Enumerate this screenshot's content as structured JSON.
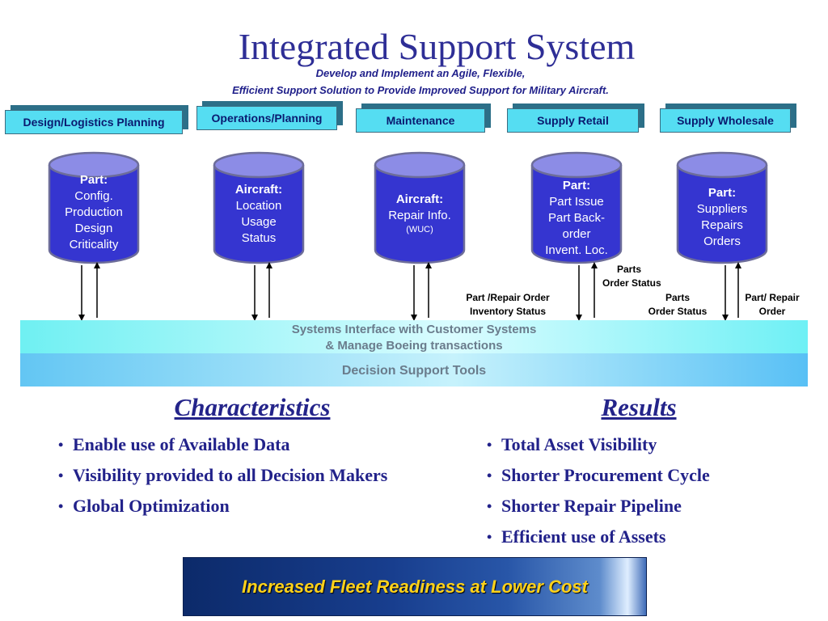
{
  "title": "Integrated Support System",
  "subtitle": [
    "Develop and Implement an Agile, Flexible,",
    "Efficient Support Solution to Provide Improved Support for Military Aircraft."
  ],
  "tabs": [
    {
      "label": "Design/Logistics Planning"
    },
    {
      "label": "Operations/Planning"
    },
    {
      "label": "Maintenance"
    },
    {
      "label": "Supply Retail"
    },
    {
      "label": "Supply Wholesale"
    }
  ],
  "databases": [
    {
      "heading": "Part:",
      "lines": [
        "Config.",
        "Production",
        "Design",
        "Criticality"
      ]
    },
    {
      "heading": "Aircraft:",
      "lines": [
        "Location",
        "Usage",
        "Status"
      ]
    },
    {
      "heading": "Aircraft:",
      "lines": [
        "Repair Info."
      ],
      "small": "(WUC)"
    },
    {
      "heading": "Part:",
      "lines": [
        "Part Issue",
        "Part Back-",
        "order",
        "Invent. Loc."
      ]
    },
    {
      "heading": "Part:",
      "lines": [
        "Suppliers",
        "Repairs",
        "Orders"
      ]
    }
  ],
  "flow_labels": [
    {
      "lines": [
        "Part /Repair Order",
        "Inventory Status"
      ]
    },
    {
      "lines": [
        "Parts",
        "Order Status"
      ]
    },
    {
      "lines": [
        "Parts",
        "Order Status"
      ]
    },
    {
      "lines": [
        "Part/ Repair",
        "Order"
      ]
    }
  ],
  "bands": {
    "interface": [
      "Systems Interface with Customer Systems",
      "& Manage Boeing transactions"
    ],
    "decision": "Decision Support Tools"
  },
  "characteristics": {
    "heading": "Characteristics",
    "items": [
      "Enable use of Available Data",
      "Visibility provided to all Decision Makers",
      "Global Optimization"
    ]
  },
  "results": {
    "heading": "Results",
    "items": [
      "Total Asset Visibility",
      "Shorter Procurement Cycle",
      "Shorter Repair Pipeline",
      "Efficient use of Assets"
    ]
  },
  "banner": "Increased Fleet Readiness at Lower Cost",
  "colors": {
    "title": "#2e2e96",
    "database_fill": "#3535d0",
    "database_top": "#8c8ce6",
    "tab_fill": "#55ddf2",
    "banner_text": "#ffd21a"
  }
}
